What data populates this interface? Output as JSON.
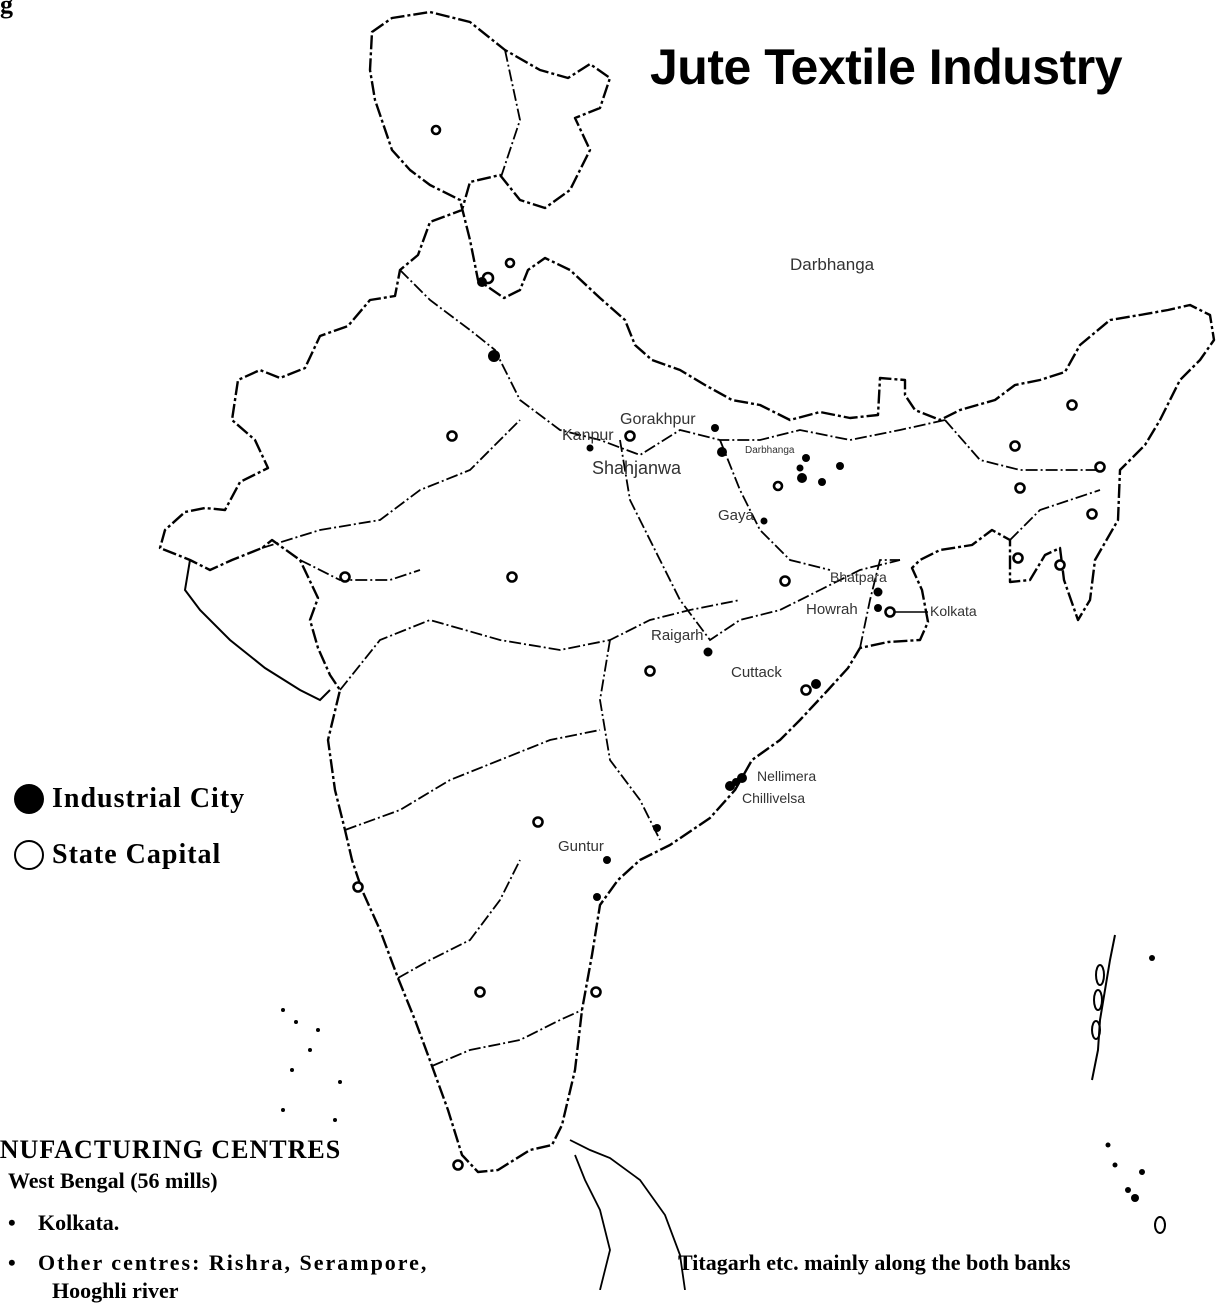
{
  "title": "Jute Textile Industry",
  "top_fragment": "g",
  "legend": {
    "industrial_city": "Industrial City",
    "state_capital": "State Capital"
  },
  "map_labels": {
    "darbhanga_large": "Darbhanga",
    "kanpur": "Kanpur",
    "gorakhpur": "Gorakhpur",
    "darbhanga_small": "Darbhanga",
    "shahjanwa": "Shahjanwa",
    "gaya": "Gaya",
    "bhatpara": "Bhatpara",
    "howrah": "Howrah",
    "kolkata": "Kolkata",
    "raigarh": "Raigarh",
    "cuttack": "Cuttack",
    "nellimera": "Nellimera",
    "chillivelsa": "Chillivelsa",
    "guntur": "Guntur"
  },
  "text": {
    "heading": "ANUFACTURING CENTRES",
    "subheading": "West Bengal (56 mills)",
    "bullet_1": "Kolkata.",
    "bullet_2_left": "Other centres: Rishra, Serampore,",
    "bullet_2_right": "Titagarh etc. mainly along the both banks",
    "cut_line": "Hooghli river"
  }
}
